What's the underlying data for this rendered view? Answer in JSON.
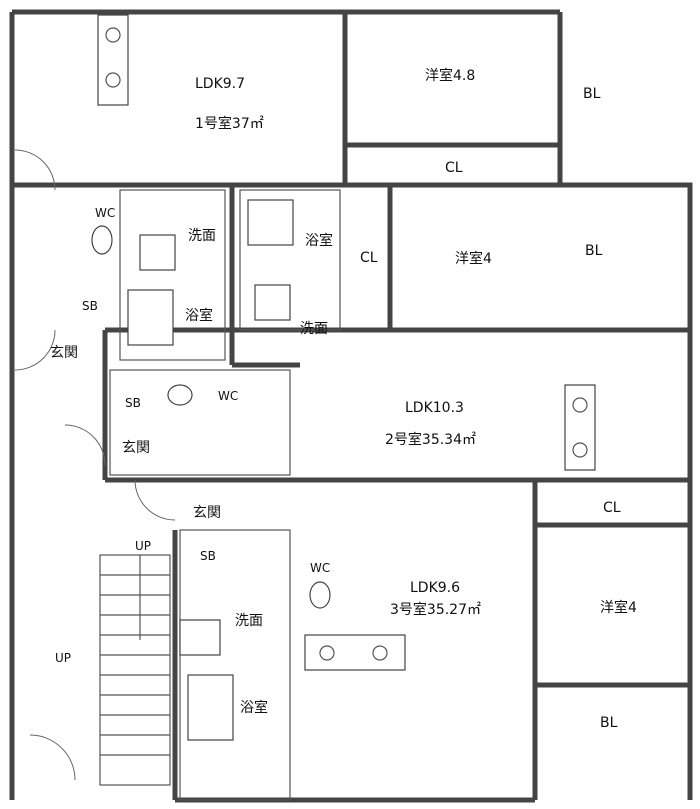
{
  "unit1": {
    "ldk": "LDK9.7",
    "name": "1号室37㎡",
    "room1": "洋室4.8",
    "bl1": "BL",
    "cl1": "CL",
    "wc": "WC",
    "washroom": "洗面",
    "bath": "浴室",
    "cl2": "CL",
    "room2": "洋室4",
    "bl2": "BL",
    "sb": "SB",
    "entrance": "玄関"
  },
  "unit2": {
    "bath": "浴室",
    "washroom": "洗面",
    "sb": "SB",
    "wc": "WC",
    "entrance": "玄関",
    "ldk": "LDK10.3",
    "name": "2号室35.34㎡"
  },
  "unit3": {
    "entrance": "玄関",
    "cl": "CL",
    "sb": "SB",
    "wc": "WC",
    "ldk": "LDK9.6",
    "name": "3号室35.27㎡",
    "room": "洋室4",
    "washroom": "洗面",
    "bath": "浴室",
    "bl": "BL"
  },
  "stairs": {
    "up1": "UP",
    "up2": "UP"
  }
}
